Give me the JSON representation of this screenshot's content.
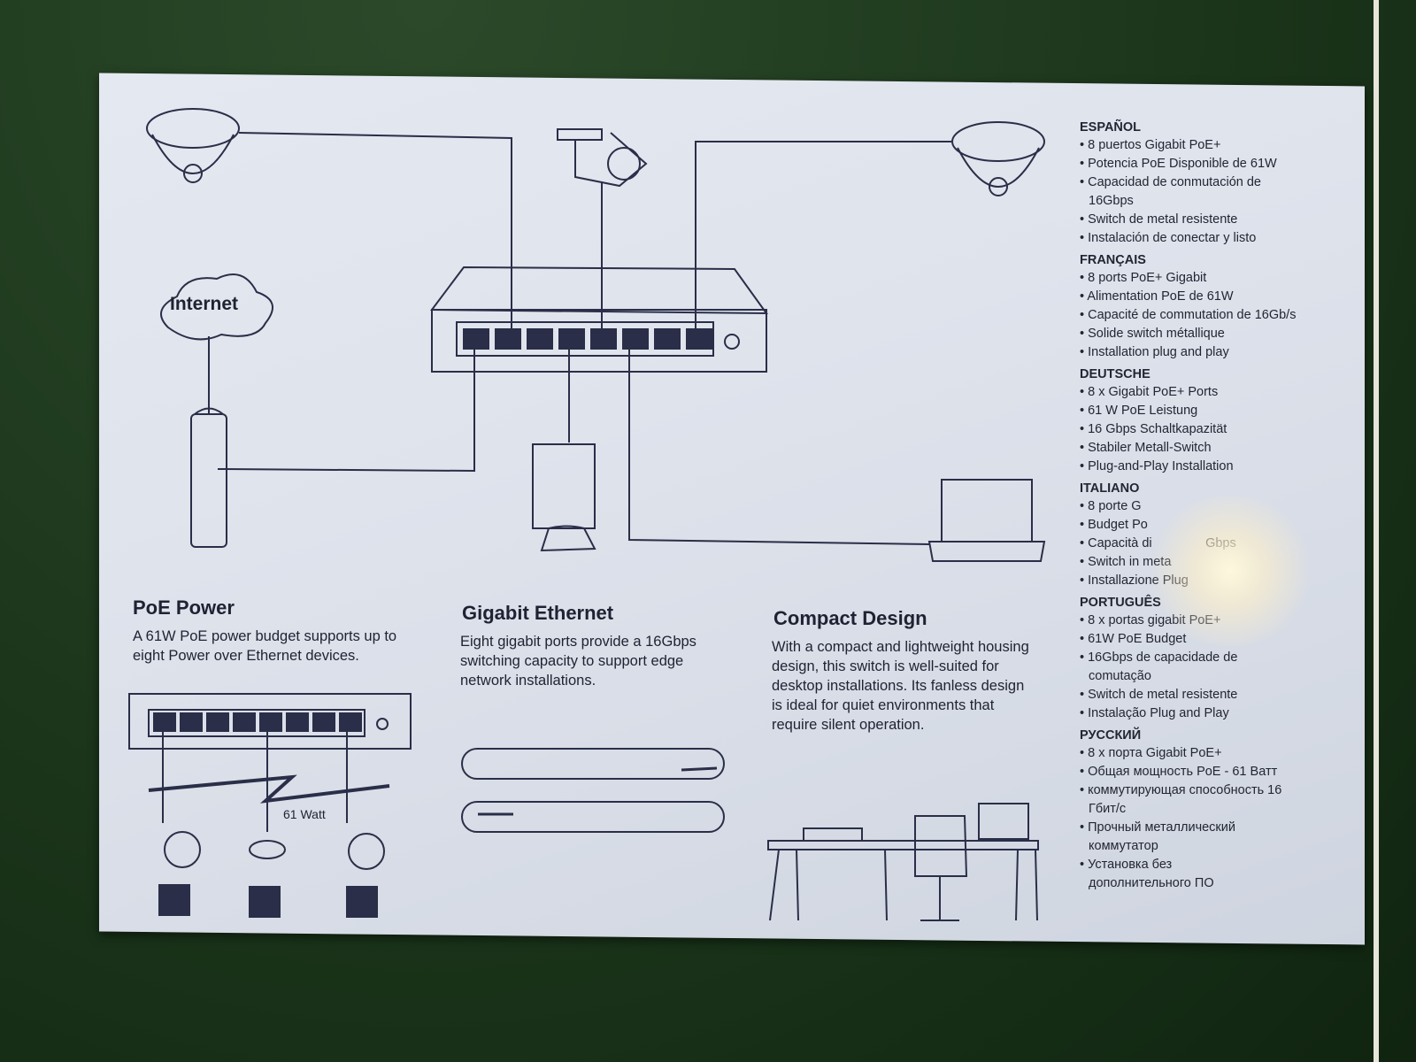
{
  "diagram": {
    "cloud_label": "Internet",
    "watt_label": "61 Watt"
  },
  "features": [
    {
      "title": "PoE Power",
      "text": "A 61W PoE power budget supports up to eight Power over Ethernet devices."
    },
    {
      "title": "Gigabit Ethernet",
      "text": "Eight gigabit ports provide a 16Gbps switching capacity to support edge network installations."
    },
    {
      "title": "Compact Design",
      "text": "With a compact and lightweight housing design, this switch is well-suited for desktop installations. Its fanless design is ideal for quiet environments that require silent operation."
    }
  ],
  "languages": [
    {
      "name": "ESPAÑOL",
      "items": [
        "8 puertos Gigabit PoE+",
        "Potencia PoE Disponible de 61W",
        "Capacidad de conmutación de 16Gbps",
        "Switch de metal resistente",
        "Instalación de conectar y listo"
      ]
    },
    {
      "name": "FRANÇAIS",
      "items": [
        "8 ports PoE+ Gigabit",
        "Alimentation PoE de 61W",
        "Capacité de commutation de 16Gb/s",
        "Solide switch métallique",
        "Installation plug and play"
      ]
    },
    {
      "name": "DEUTSCHE",
      "items": [
        "8 x Gigabit PoE+ Ports",
        "61 W PoE Leistung",
        "16 Gbps Schaltkapazität",
        "Stabiler Metall-Switch",
        "Plug-and-Play Installation"
      ]
    },
    {
      "name": "ITALIANO",
      "items": [
        "8 porte G",
        "Budget Po",
        "Capacità di               Gbps",
        "Switch in meta",
        "Installazione Plug"
      ]
    },
    {
      "name": "PORTUGUÊS",
      "items": [
        "8 x portas gigabit PoE+",
        "61W PoE Budget",
        "16Gbps de capacidade de comutação",
        "Switch de metal resistente",
        "Instalação Plug and Play"
      ]
    },
    {
      "name": "РУССКИЙ",
      "items": [
        "8 x порта Gigabit PoE+",
        "Общая мощность PoE - 61 Ватт",
        "коммутирующая способность 16 Гбит/с",
        "Прочный металлический коммутатор",
        "Установка без дополнительного ПО"
      ]
    }
  ]
}
